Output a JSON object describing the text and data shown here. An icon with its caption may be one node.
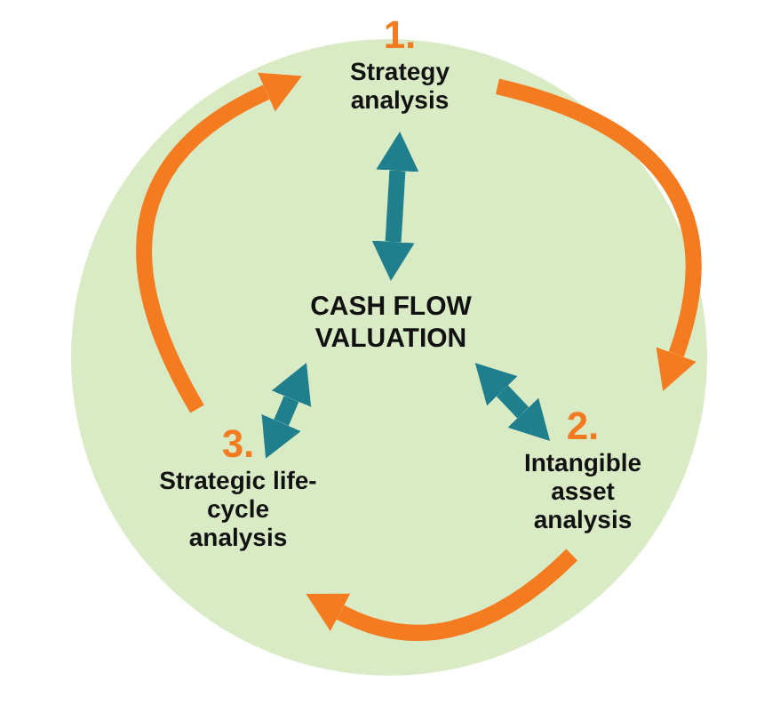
{
  "diagram": {
    "nodes": [
      {
        "text": [],
        "shape": "circle"
      },
      {
        "text": [
          "1.",
          "Strategy analysis"
        ],
        "in": 0
      },
      {
        "text": [
          "CASH FLOW VALUATION"
        ],
        "in": 0
      },
      {
        "text": [
          "2.",
          "Intangible asset analysis"
        ],
        "in": 0
      },
      {
        "text": [
          "3.",
          "Strategic life-cycle analysis"
        ],
        "in": 0
      }
    ],
    "edges": [
      {
        "from": 1,
        "to": 3,
        "arrow": "to",
        "color": "#f47b20"
      },
      {
        "from": 3,
        "to": 4,
        "arrow": "to",
        "color": "#f47b20"
      },
      {
        "from": 4,
        "to": 1,
        "arrow": "to",
        "color": "#f47b20"
      },
      {
        "from": 2,
        "to": 1,
        "arrow": "both",
        "color": "#1f7f8c"
      },
      {
        "from": 2,
        "to": 3,
        "arrow": "both",
        "color": "#1f7f8c"
      },
      {
        "from": 2,
        "to": 4,
        "arrow": "both",
        "color": "#1f7f8c"
      }
    ]
  }
}
